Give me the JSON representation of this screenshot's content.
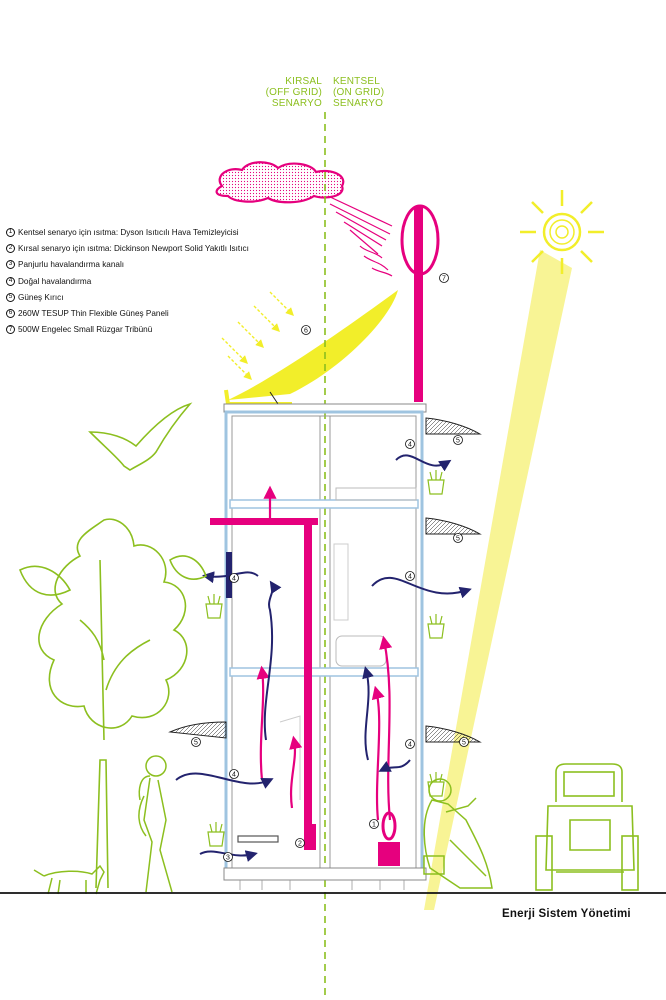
{
  "scenario_labels": {
    "left": [
      "KIRSAL",
      "(OFF GRID)",
      "SENARYO"
    ],
    "right": [
      "KENTSEL",
      "(ON GRID)",
      "SENARYO"
    ]
  },
  "legend": [
    {
      "num": "1",
      "text": "Kentsel senaryo için ısıtma: Dyson Isıtıcılı Hava Temizleyicisi"
    },
    {
      "num": "2",
      "text": "Kırsal senaryo için ısıtma: Dickinson Newport Solid Yakıtlı Isıtıcı"
    },
    {
      "num": "3",
      "text": "Panjurlu havalandırma kanalı"
    },
    {
      "num": "4",
      "text": "Doğal havalandırma"
    },
    {
      "num": "5",
      "text": "Güneş Kırıcı"
    },
    {
      "num": "6",
      "text": "260W TESUP Thin Flexible Güneş Paneli"
    },
    {
      "num": "7",
      "text": "500W Engelec Small Rüzgar Tribünü"
    }
  ],
  "markers": {
    "one": "1",
    "two": "2",
    "three": "3",
    "four": "4",
    "five": "5",
    "six": "6",
    "seven": "7"
  },
  "footer_title": "Enerji Sistem Yönetimi",
  "colors": {
    "magenta": "#e6007e",
    "navy": "#23236e",
    "lime": "#8cbf1f",
    "yellow": "#f2ee2a",
    "beam": "#f7f38a",
    "wall_blue": "#9fc4e0",
    "grid_line": "#b5d234"
  }
}
